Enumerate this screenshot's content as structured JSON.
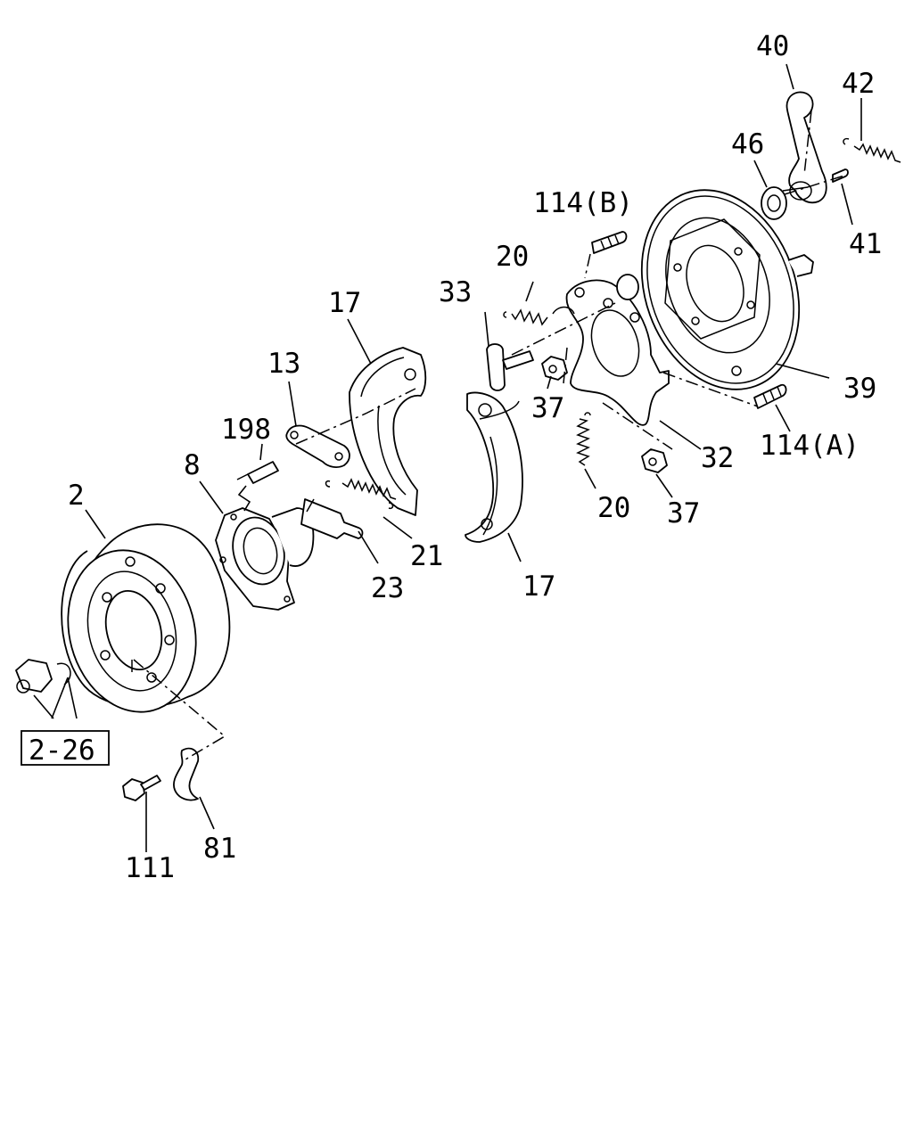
{
  "diagram": {
    "labels": {
      "p2": "2",
      "p8": "8",
      "p13": "13",
      "p17_upper": "17",
      "p17_lower": "17",
      "p20_upper": "20",
      "p20_lower": "20",
      "p21": "21",
      "p23": "23",
      "p32": "32",
      "p33": "33",
      "p37_upper": "37",
      "p37_lower": "37",
      "p39": "39",
      "p40": "40",
      "p41": "41",
      "p42": "42",
      "p46": "46",
      "p81": "81",
      "p111": "111",
      "p114a": "114(A)",
      "p114b": "114(B)",
      "p198": "198",
      "ref_2_26": "2-26"
    }
  }
}
